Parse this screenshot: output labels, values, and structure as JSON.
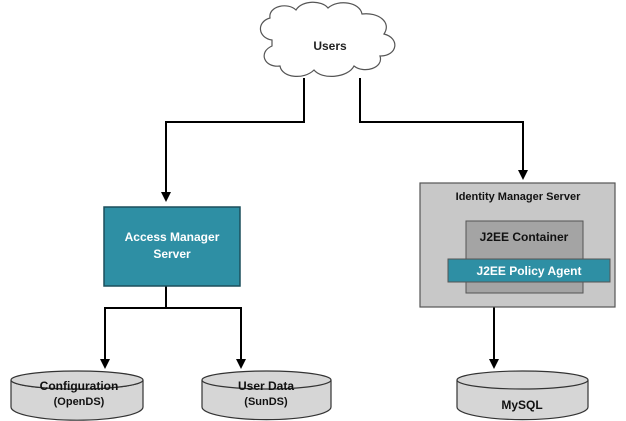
{
  "diagram": {
    "users": {
      "label": "Users"
    },
    "access_manager": {
      "line1": "Access Manager",
      "line2": "Server"
    },
    "identity_manager": {
      "title": "Identity Manager Server"
    },
    "j2ee_container": {
      "label": "J2EE Container"
    },
    "policy_agent": {
      "label": "J2EE Policy Agent"
    },
    "config_db": {
      "line1": "Configuration",
      "line2": "(OpenDS)"
    },
    "user_db": {
      "line1": "User Data",
      "line2": "(SunDS)"
    },
    "mysql_db": {
      "label": "MySQL"
    }
  },
  "colors": {
    "teal": "#2e8fa4",
    "server_gray": "#c8c8c8",
    "container_gray": "#a4a4a4",
    "db_gray": "#d6d6d6",
    "cloud_fill": "#ffffff",
    "line": "#000000"
  }
}
